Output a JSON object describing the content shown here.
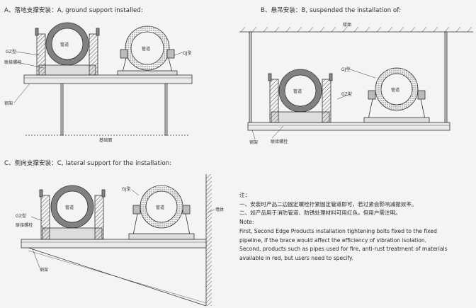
{
  "sections": {
    "a": {
      "title": "A、落地支撑安装：A, ground support installed:",
      "labels": {
        "pipe_left": "管道",
        "pipe_right": "管道",
        "gz": "GZ型",
        "gj": "GJ型",
        "bolt": "联接螺栓",
        "steel": "钢架",
        "floor": "基础面"
      }
    },
    "b": {
      "title": "B、悬吊安装：B, suspended the installation of:",
      "labels": {
        "ceiling": "楼面",
        "pipe_left": "管道",
        "pipe_right": "管道",
        "gj": "GJ型",
        "gz": "GZ型",
        "steel": "钢架",
        "bolt": "联接螺栓"
      }
    },
    "c": {
      "title": "C、侧向支撑安装：C, lateral support for the installation:",
      "labels": {
        "pipe_left": "管道",
        "pipe_right": "管道",
        "gj": "GJ型",
        "gz": "GZ型",
        "bolt": "联接螺栓",
        "steel": "钢架",
        "wall": "墙体"
      }
    }
  },
  "notes": {
    "heading": "注：",
    "lines": [
      "一、安装时产品二边固定螺栓拧紧固定管道即可，若过紧会影响减振效率。",
      "二、如产品用于消防管道、防锈处理材料可用红色，但用户需注明。",
      "Note:",
      "First, Second Edge Products installation tightening bolts fixed to the fixed",
      "pipeline, if the brace would affect the efficiency of vibration isolation.",
      "Second, products such as pipes used for fire, anti-rust treatment of materials",
      "available in red, but users need to specify."
    ]
  }
}
